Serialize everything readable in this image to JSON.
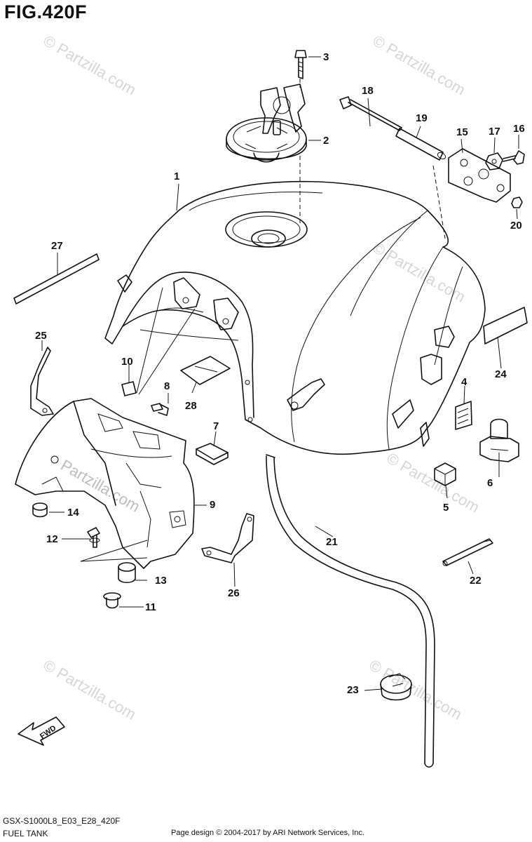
{
  "figure": {
    "title": "FIG.420F",
    "model_code": "GSX-S1000L8_E03_E28_420F",
    "section_name": "FUEL TANK",
    "copyright": "Page design © 2004-2017 by ARI Network Services, Inc.",
    "direction_label": "FWD"
  },
  "watermarks": {
    "text": "© Partzilla.com",
    "alt_text": "Partzilla.com"
  },
  "callouts": [
    "1",
    "2",
    "3",
    "4",
    "5",
    "6",
    "7",
    "8",
    "9",
    "10",
    "11",
    "12",
    "13",
    "14",
    "15",
    "16",
    "17",
    "18",
    "19",
    "20",
    "21",
    "22",
    "23",
    "24",
    "25",
    "26",
    "27",
    "28"
  ]
}
